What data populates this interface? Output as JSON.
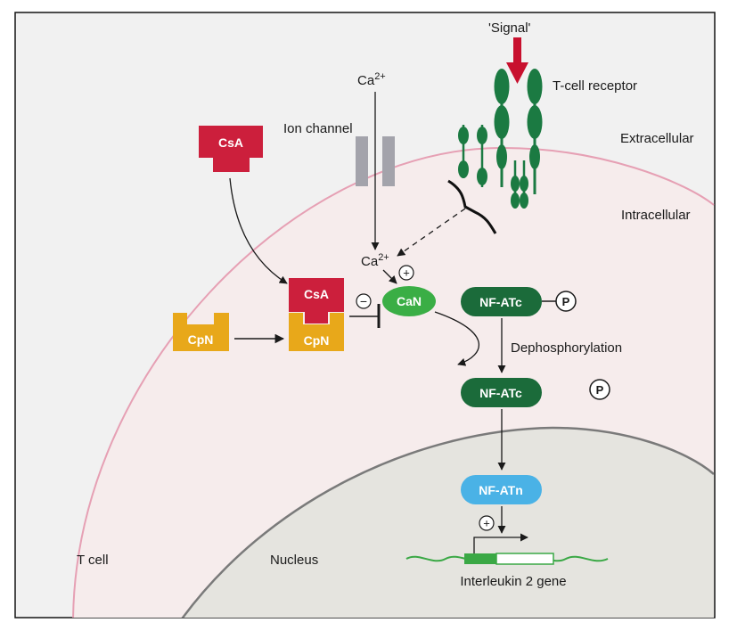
{
  "labels": {
    "signal": "'Signal'",
    "tcell_receptor": "T-cell receptor",
    "extracellular": "Extracellular",
    "intracellular": "Intracellular",
    "ion_channel": "Ion channel",
    "ca_top_base": "Ca",
    "ca_top_sup": "2+",
    "ca_mid_base": "Ca",
    "ca_mid_sup": "2+",
    "dephosphorylation": "Dephosphorylation",
    "t_cell": "T cell",
    "nucleus": "Nucleus",
    "gene": "Interleukin 2 gene"
  },
  "molecules": {
    "csa_free": "CsA",
    "csa_bound": "CsA",
    "cpn_free": "CpN",
    "cpn_bound": "CpN",
    "can": "CaN",
    "nfatc_p": "NF-ATc",
    "nfatc": "NF-ATc",
    "nfatn": "NF-ATn",
    "phos1": "P",
    "phos2": "P"
  },
  "signs": {
    "plus_can": "+",
    "minus_can": "−",
    "plus_gene": "+"
  },
  "colors": {
    "csa": "#cc1f3c",
    "cpn": "#e8a81a",
    "can": "#3aae45",
    "nfatc": "#1b6b3a",
    "nfatn": "#4ab2e6",
    "receptor": "#1b7a42",
    "signal": "#c8102e",
    "cell": "#f6ecec",
    "membrane": "#e6a0b4",
    "nucleus": "#e5e4df",
    "nuclear_envelope": "#7a7a7a",
    "channel": "#a3a3ab",
    "dna": "#3aa845"
  }
}
